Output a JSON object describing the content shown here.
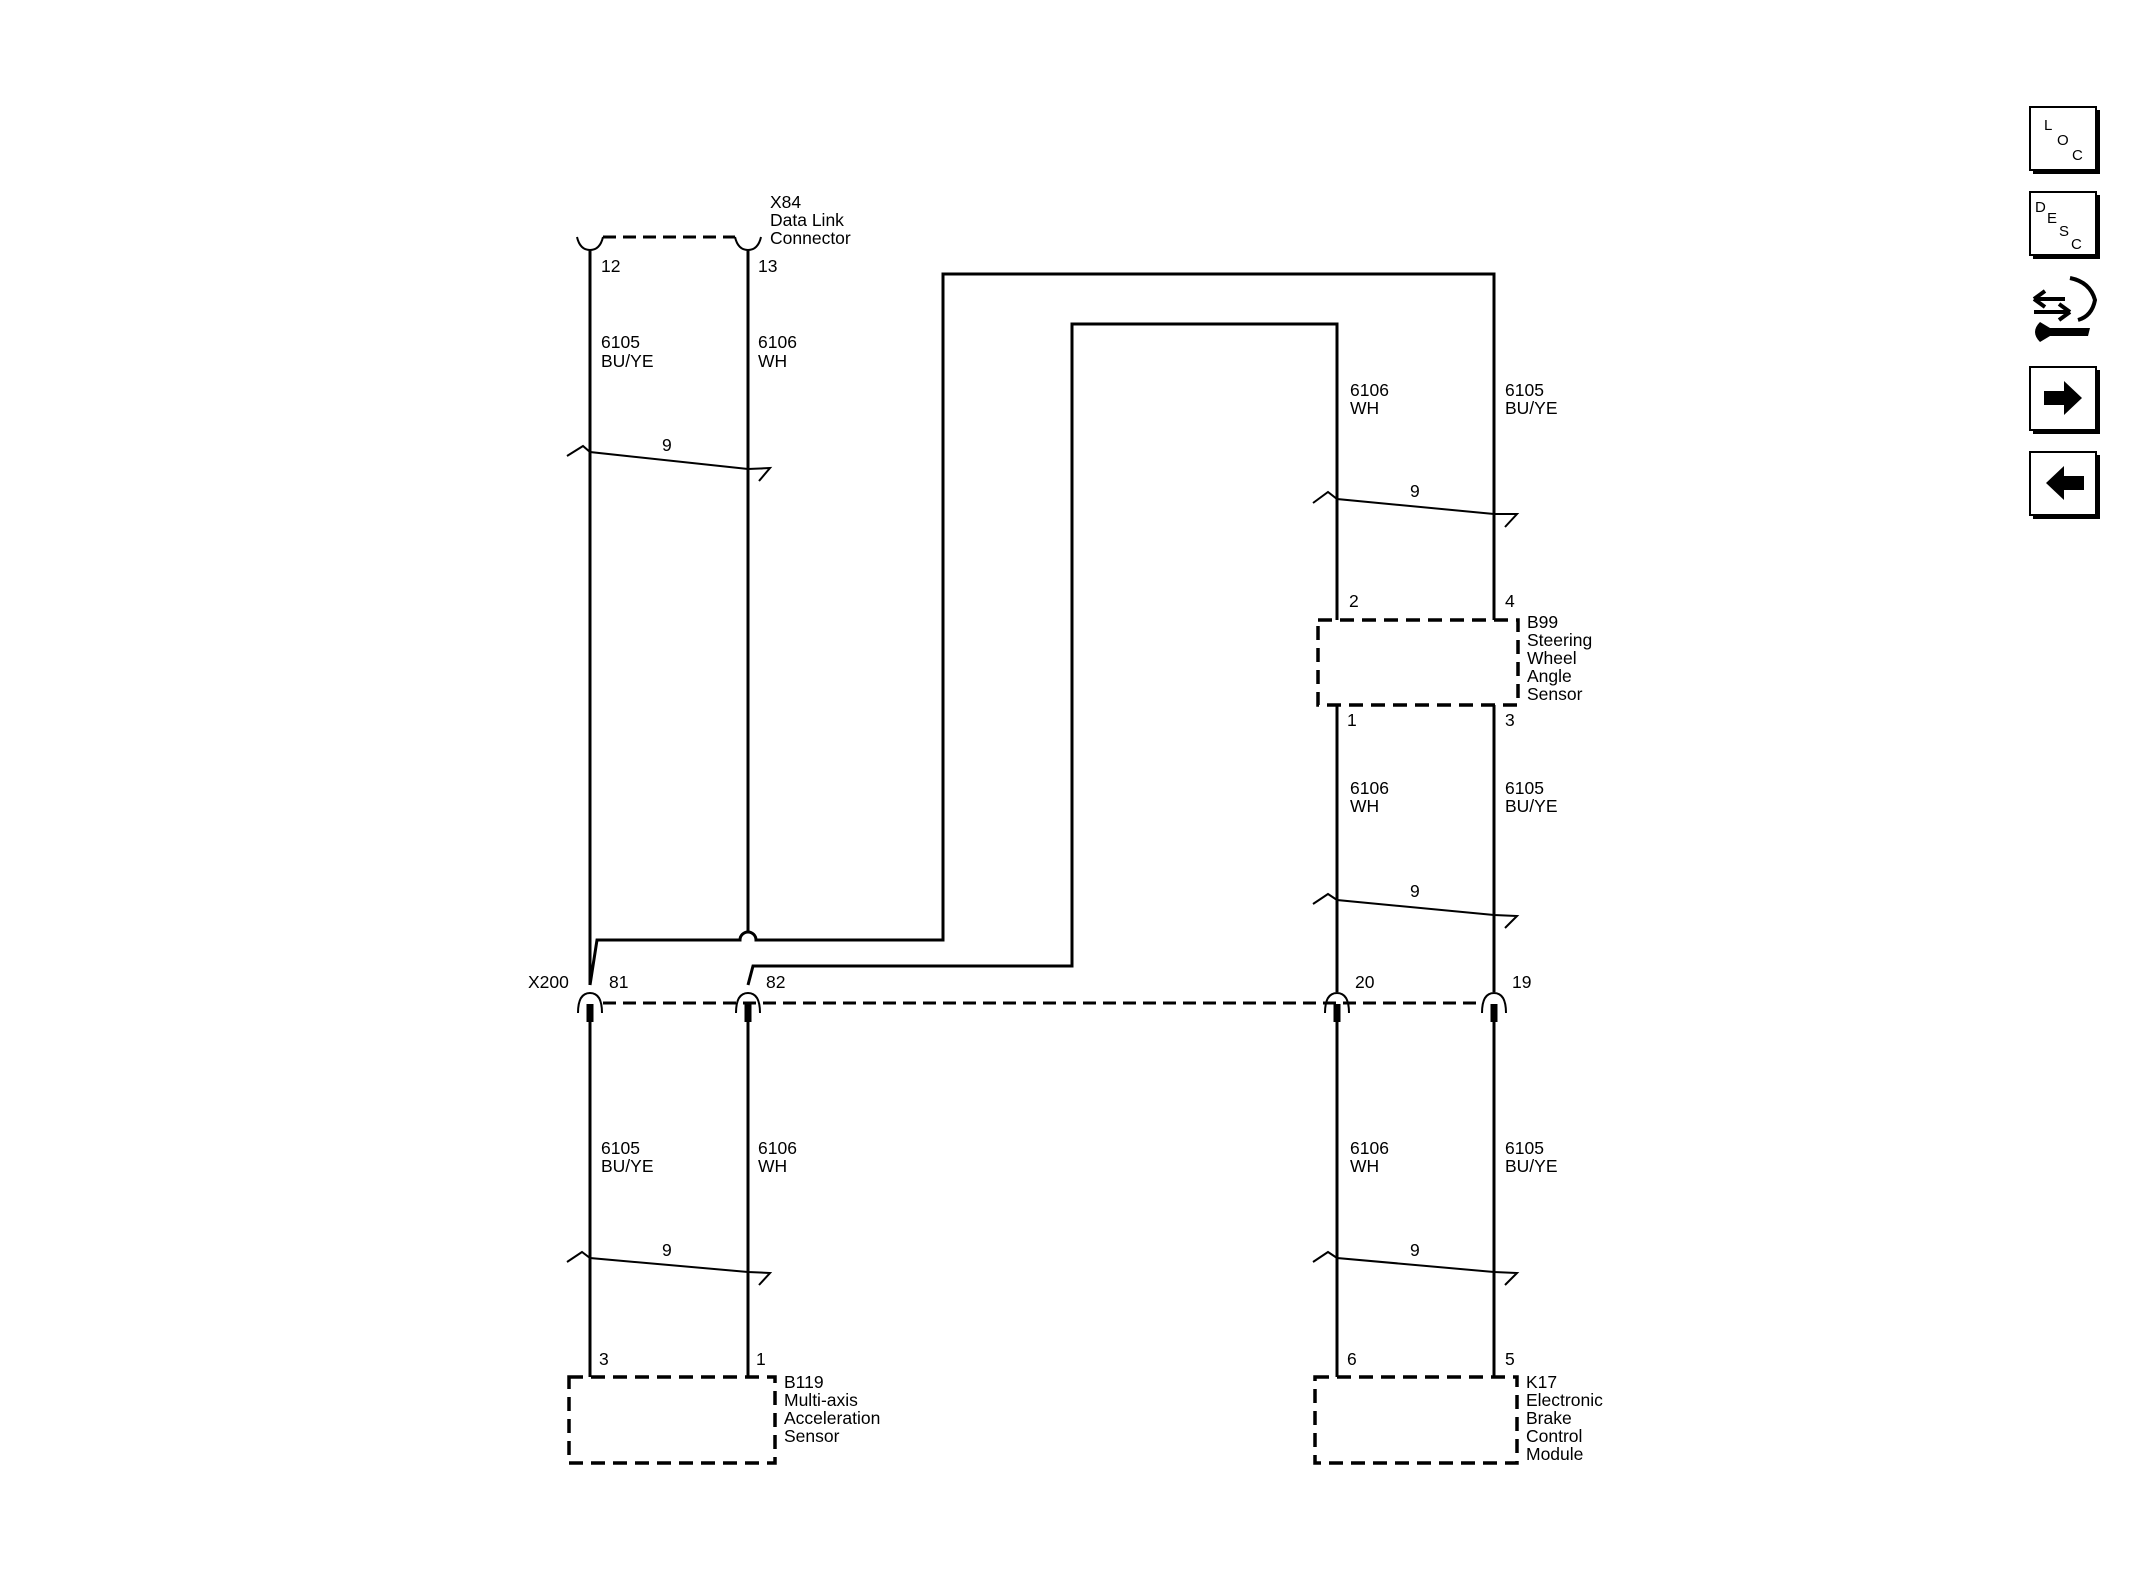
{
  "connectors": {
    "x84": {
      "id": "X84",
      "lines": [
        "Data Link",
        "Connector"
      ],
      "pins": [
        "12",
        "13"
      ]
    },
    "x200": {
      "id": "X200",
      "pins": [
        "81",
        "82",
        "20",
        "19"
      ]
    }
  },
  "components": {
    "b99": {
      "id": "B99",
      "lines": [
        "Steering",
        "Wheel",
        "Angle",
        "Sensor"
      ],
      "pins_top": [
        "2",
        "4"
      ],
      "pins_bottom": [
        "1",
        "3"
      ]
    },
    "b119": {
      "id": "B119",
      "lines": [
        "Multi-axis",
        "Acceleration",
        "Sensor"
      ],
      "pins": [
        "3",
        "1"
      ]
    },
    "k17": {
      "id": "K17",
      "lines": [
        "Electronic",
        "Brake",
        "Control",
        "Module"
      ],
      "pins": [
        "6",
        "5"
      ]
    }
  },
  "wires": {
    "w6105": {
      "circuit": "6105",
      "color": "BU/YE"
    },
    "w6106": {
      "circuit": "6106",
      "color": "WH"
    }
  },
  "twist_label": "9",
  "nav": {
    "loc": {
      "letters": [
        "L",
        "O",
        "C"
      ]
    },
    "desc": {
      "letters": [
        "D",
        "E",
        "S",
        "C"
      ]
    },
    "service_icon": "arrows-wrench-icon",
    "forward_icon": "arrow-right-icon",
    "back_icon": "arrow-left-icon"
  }
}
